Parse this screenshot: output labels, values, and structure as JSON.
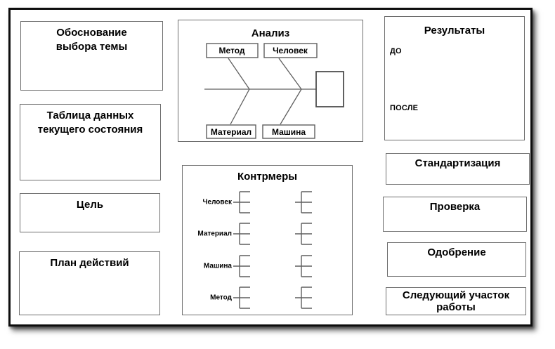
{
  "board": {
    "left_column": {
      "justification": "Обоснование\nвыбора темы",
      "current_state_table": "Таблица данных\nтекущего состояния",
      "goal": "Цель",
      "action_plan": "План действий"
    },
    "analysis": {
      "title": "Анализ",
      "cause_top_left": "Метод",
      "cause_top_right": "Человек",
      "cause_bottom_left": "Материал",
      "cause_bottom_right": "Машина"
    },
    "countermeasures": {
      "title": "Контрмеры",
      "rows": [
        "Человек",
        "Материал",
        "Машина",
        "Метод"
      ]
    },
    "right_column": {
      "results": {
        "title": "Результаты",
        "before_label": "ДО",
        "after_label": "ПОСЛЕ"
      },
      "standardization": "Стандартизация",
      "check": "Проверка",
      "approval": "Одобрение",
      "next_work_area": "Следующий участок\nработы"
    }
  },
  "colors": {
    "background": "#ffffff",
    "frame_border": "#0d0d0d",
    "box_border": "#6e6e6e",
    "diagram_line": "#5f5f5f",
    "text": "#000000"
  }
}
